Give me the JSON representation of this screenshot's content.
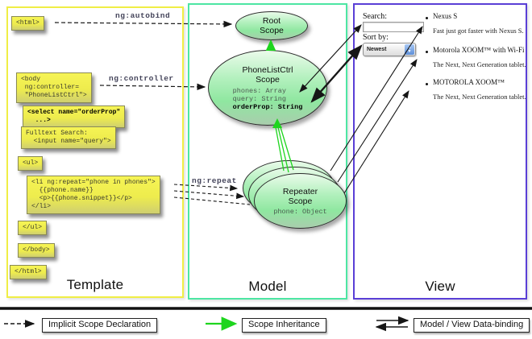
{
  "columns": {
    "template": {
      "label": "Template"
    },
    "model": {
      "label": "Model"
    },
    "view": {
      "label": "View"
    }
  },
  "template_boxes": {
    "html_open": "<html>",
    "body_open": "<body\n ng:controller=\n \"PhoneListCtrl\">",
    "select": "<select name=\"orderProp\"\n  ...>",
    "fulltext": "Fulltext Search:\n  <input name=\"query\">",
    "ul_open": "<ul>",
    "li_repeat": "<li ng:repeat=\"phone in phones\">\n  {{phone.name}}\n  <p>{{phone.snippet}}</p>\n</li>",
    "ul_close": "</ul>",
    "body_close": "</body>",
    "html_close": "</html>"
  },
  "arrow_labels": {
    "autobind": "ng:autobind",
    "controller": "ng:controller",
    "repeat": "ng:repeat"
  },
  "scopes": {
    "root": {
      "title": "Root\nScope"
    },
    "phonelist": {
      "title": "PhoneListCtrl\nScope",
      "prop_phones": "phones: Array",
      "prop_query": "query: String",
      "prop_orderprop": "orderProp: String"
    },
    "repeater": {
      "title": "Repeater\nScope",
      "prop_phone": "phone: Object"
    }
  },
  "view": {
    "search_label": "Search:",
    "search_value": "",
    "sort_label": "Sort by:",
    "sort_value": "Newest",
    "items": [
      {
        "title": "Nexus S",
        "desc": "Fast just got faster with Nexus S."
      },
      {
        "title": "Motorola XOOM™ with Wi-Fi",
        "desc": "The Next, Next Generation tablet."
      },
      {
        "title": "MOTOROLA XOOM™",
        "desc": "The Next, Next Generation tablet."
      }
    ]
  },
  "legend": {
    "implicit": "Implicit Scope Declaration",
    "inheritance": "Scope Inheritance",
    "databinding": "Model / View Data-binding"
  },
  "colors": {
    "template_border": "#f0ee45",
    "model_border": "#4de6a3",
    "view_border": "#5a3fd6",
    "box_yellow": "#f2f04f",
    "scope_green": "#8fe7a0",
    "inheritance_green": "#1ed51e",
    "arrow_black": "#161616"
  }
}
